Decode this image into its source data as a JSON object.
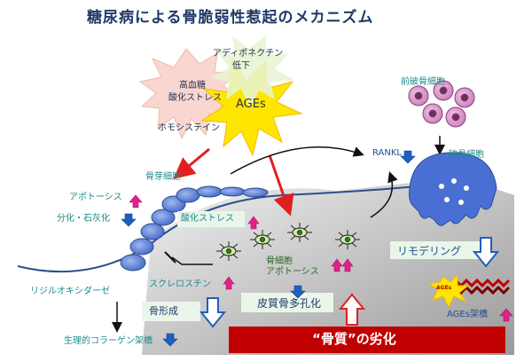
{
  "title": "糖尿病による骨脆弱性惹起のメカニズム",
  "burst": {
    "kouketto": "高血糖",
    "sanka": "酸化ストレス",
    "homo": "ホモシステイン",
    "adipo1": "アディポネクチン",
    "adipo2": "低下",
    "ages": "AGEs"
  },
  "labels": {
    "zenhakotsu": "前破骨細胞",
    "rankl": "RANKL",
    "hakotsu": "破骨細胞",
    "kotsuga": "骨芽細胞",
    "apoptosis1": "アポトーシス",
    "bunka": "分化・石灰化",
    "sanka2": "酸化ストレス",
    "kotsusaibou": "骨細胞",
    "apoptosis2": "アポトーシス",
    "remodeling": "リモデリング",
    "lysyl": "リジルオキシダーゼ",
    "sclerostin": "スクレロスチン",
    "hishitsu": "皮質骨多孔化",
    "kotsukeisei": "骨形成",
    "ages_small": "AGEs",
    "ages_kakyo": "AGEs架橋",
    "seiri": "生理的コラーゲン架橋",
    "kotsushitsu": "“骨質”の劣化"
  },
  "colors": {
    "title": "#1f3a68",
    "arrow_up": "#e0218a",
    "arrow_down": "#1f5fbf",
    "red_arrow": "#e02020",
    "teal_text": "#1f8b8b",
    "bar": "#c00000"
  }
}
